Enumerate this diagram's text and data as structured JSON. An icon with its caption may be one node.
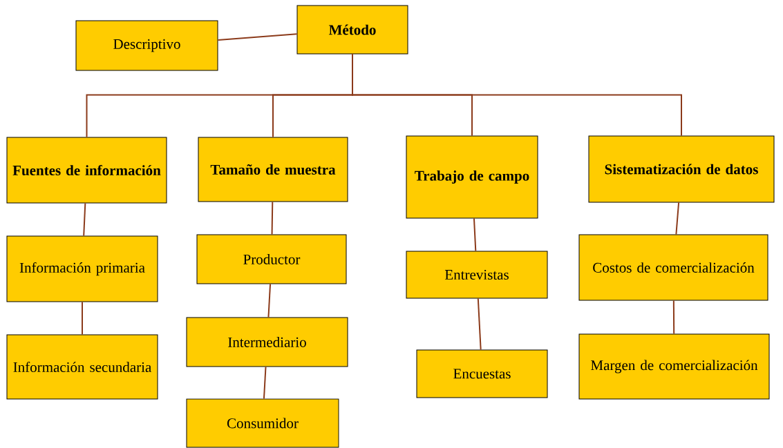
{
  "diagram": {
    "nodes": [
      {
        "text": [
          "Método"
        ]
      },
      {
        "text": [
          "Descriptivo"
        ]
      },
      {
        "text": [
          "Fuentes de información"
        ]
      },
      {
        "text": [
          "Tamaño de muestra"
        ]
      },
      {
        "text": [
          "Trabajo de campo"
        ]
      },
      {
        "text": [
          "Sistematización de datos"
        ]
      },
      {
        "text": [
          "Información primaria"
        ]
      },
      {
        "text": [
          "Información secundaria"
        ]
      },
      {
        "text": [
          "Productor"
        ]
      },
      {
        "text": [
          "Intermediario"
        ]
      },
      {
        "text": [
          "Consumidor"
        ]
      },
      {
        "text": [
          "Entrevistas"
        ]
      },
      {
        "text": [
          "Encuestas"
        ]
      },
      {
        "text": [
          "Costos de comercialización"
        ]
      },
      {
        "text": [
          "Margen de comercialización"
        ]
      }
    ],
    "edges": [
      {
        "from": 0,
        "to": 1,
        "arrow": "none"
      },
      {
        "from": 0,
        "to": 2,
        "arrow": "none"
      },
      {
        "from": 0,
        "to": 3,
        "arrow": "none"
      },
      {
        "from": 0,
        "to": 4,
        "arrow": "none"
      },
      {
        "from": 0,
        "to": 5,
        "arrow": "none"
      },
      {
        "from": 2,
        "to": 6,
        "arrow": "none"
      },
      {
        "from": 6,
        "to": 7,
        "arrow": "none"
      },
      {
        "from": 3,
        "to": 8,
        "arrow": "none"
      },
      {
        "from": 8,
        "to": 9,
        "arrow": "none"
      },
      {
        "from": 9,
        "to": 10,
        "arrow": "none"
      },
      {
        "from": 4,
        "to": 11,
        "arrow": "none"
      },
      {
        "from": 11,
        "to": 12,
        "arrow": "none"
      },
      {
        "from": 5,
        "to": 13,
        "arrow": "none"
      },
      {
        "from": 13,
        "to": 14,
        "arrow": "none"
      }
    ]
  }
}
